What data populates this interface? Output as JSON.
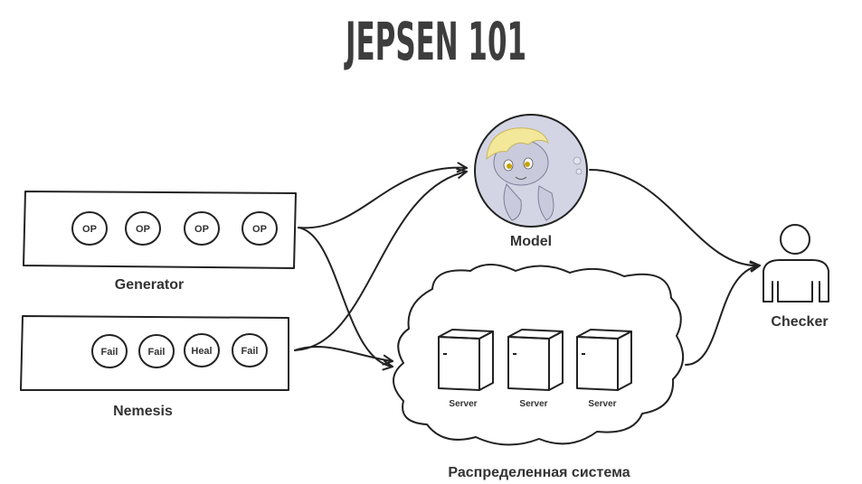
{
  "title": "JEPSEN 101",
  "generator": {
    "label": "Generator",
    "ops": [
      "OP",
      "OP",
      "OP",
      "OP"
    ]
  },
  "nemesis": {
    "label": "Nemesis",
    "ops": [
      "Fail",
      "Fail",
      "Heal",
      "Fail"
    ]
  },
  "model": {
    "label": "Model"
  },
  "system": {
    "label": "Распределенная система",
    "servers": [
      "Server",
      "Server",
      "Server"
    ]
  },
  "checker": {
    "label": "Checker"
  }
}
